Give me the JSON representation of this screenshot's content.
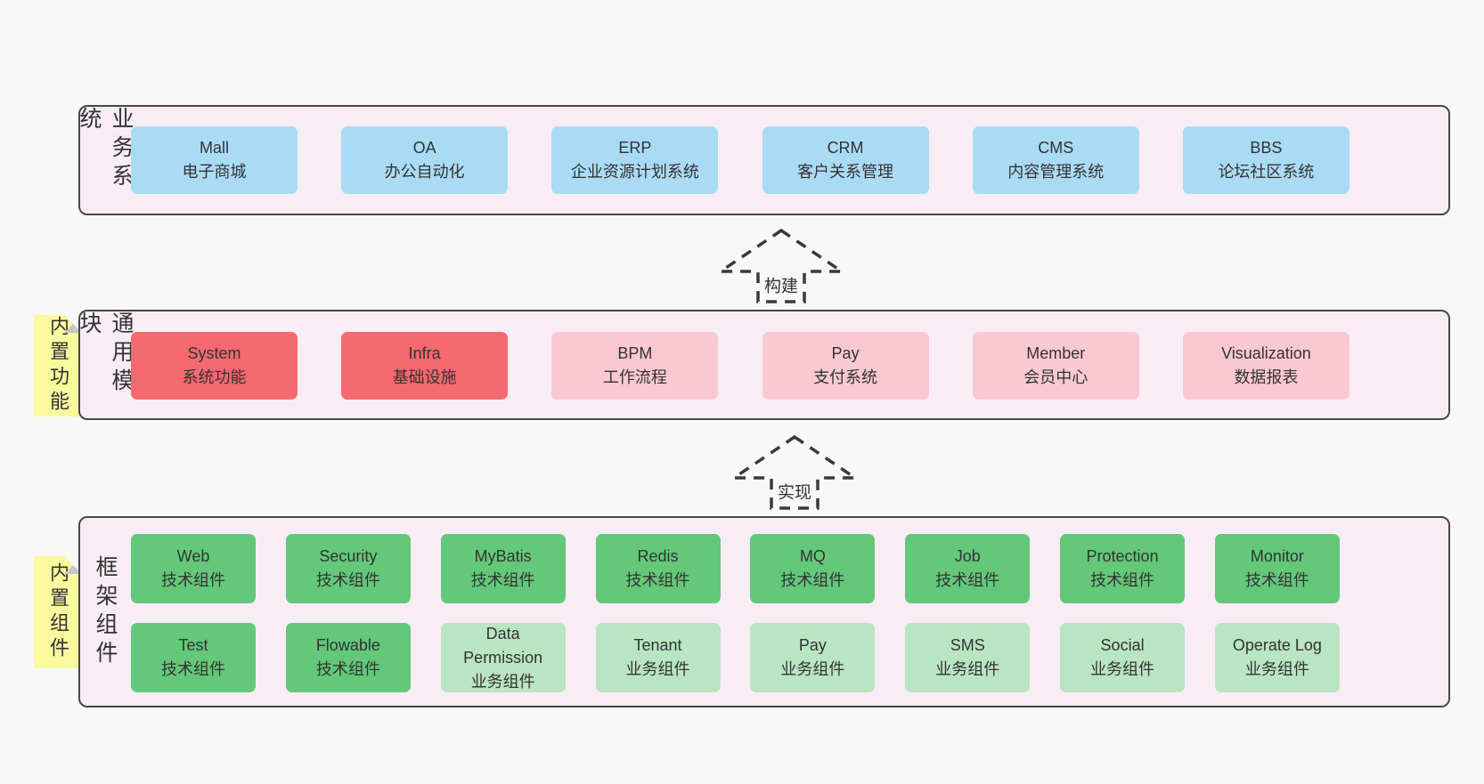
{
  "colors": {
    "page_bg": "#f8f8f8",
    "band_bg": "#f8edf5",
    "band_border": "#474747",
    "blue_box": "#aadbf5",
    "red_box": "#f5696f",
    "pink_box": "#f9c8d3",
    "green_box": "#63c87a",
    "light_green_box": "#b9e5c2",
    "sticky_bg": "#fbf99e",
    "sticky_fold": "#c6c6c6",
    "text": "#333333",
    "arrow_stroke": "#3a3a3a"
  },
  "arrows": [
    {
      "label": "构建"
    },
    {
      "label": "实现"
    }
  ],
  "bands": [
    {
      "label": "业务系统",
      "rows": [
        {
          "boxes": [
            {
              "title": "Mall",
              "subtitle": "电子商城",
              "type": "blue"
            },
            {
              "title": "OA",
              "subtitle": "办公自动化",
              "type": "blue"
            },
            {
              "title": "ERP",
              "subtitle": "企业资源计划系统",
              "type": "blue"
            },
            {
              "title": "CRM",
              "subtitle": "客户关系管理",
              "type": "blue"
            },
            {
              "title": "CMS",
              "subtitle": "内容管理系统",
              "type": "blue"
            },
            {
              "title": "BBS",
              "subtitle": "论坛社区系统",
              "type": "blue"
            }
          ]
        }
      ]
    },
    {
      "label": "通用模块",
      "sticky": "内置功能",
      "rows": [
        {
          "boxes": [
            {
              "title": "System",
              "subtitle": "系统功能",
              "type": "red"
            },
            {
              "title": "Infra",
              "subtitle": "基础设施",
              "type": "red"
            },
            {
              "title": "BPM",
              "subtitle": "工作流程",
              "type": "pink"
            },
            {
              "title": "Pay",
              "subtitle": "支付系统",
              "type": "pink"
            },
            {
              "title": "Member",
              "subtitle": "会员中心",
              "type": "pink"
            },
            {
              "title": "Visualization",
              "subtitle": "数据报表",
              "type": "pink"
            }
          ]
        }
      ]
    },
    {
      "label": "框架组件",
      "sticky": "内置组件",
      "rows": [
        {
          "boxes": [
            {
              "title": "Web",
              "subtitle": "技术组件",
              "type": "green"
            },
            {
              "title": "Security",
              "subtitle": "技术组件",
              "type": "green"
            },
            {
              "title": "MyBatis",
              "subtitle": "技术组件",
              "type": "green"
            },
            {
              "title": "Redis",
              "subtitle": "技术组件",
              "type": "green"
            },
            {
              "title": "MQ",
              "subtitle": "技术组件",
              "type": "green"
            },
            {
              "title": "Job",
              "subtitle": "技术组件",
              "type": "green"
            },
            {
              "title": "Protection",
              "subtitle": "技术组件",
              "type": "green"
            },
            {
              "title": "Monitor",
              "subtitle": "技术组件",
              "type": "green"
            }
          ]
        },
        {
          "boxes": [
            {
              "title": "Test",
              "subtitle": "技术组件",
              "type": "green"
            },
            {
              "title": "Flowable",
              "subtitle": "技术组件",
              "type": "green"
            },
            {
              "title": "Data Permission",
              "subtitle": "业务组件",
              "type": "lightgreen"
            },
            {
              "title": "Tenant",
              "subtitle": "业务组件",
              "type": "lightgreen"
            },
            {
              "title": "Pay",
              "subtitle": "业务组件",
              "type": "lightgreen"
            },
            {
              "title": "SMS",
              "subtitle": "业务组件",
              "type": "lightgreen"
            },
            {
              "title": "Social",
              "subtitle": "业务组件",
              "type": "lightgreen"
            },
            {
              "title": "Operate Log",
              "subtitle": "业务组件",
              "type": "lightgreen"
            }
          ]
        }
      ]
    }
  ]
}
